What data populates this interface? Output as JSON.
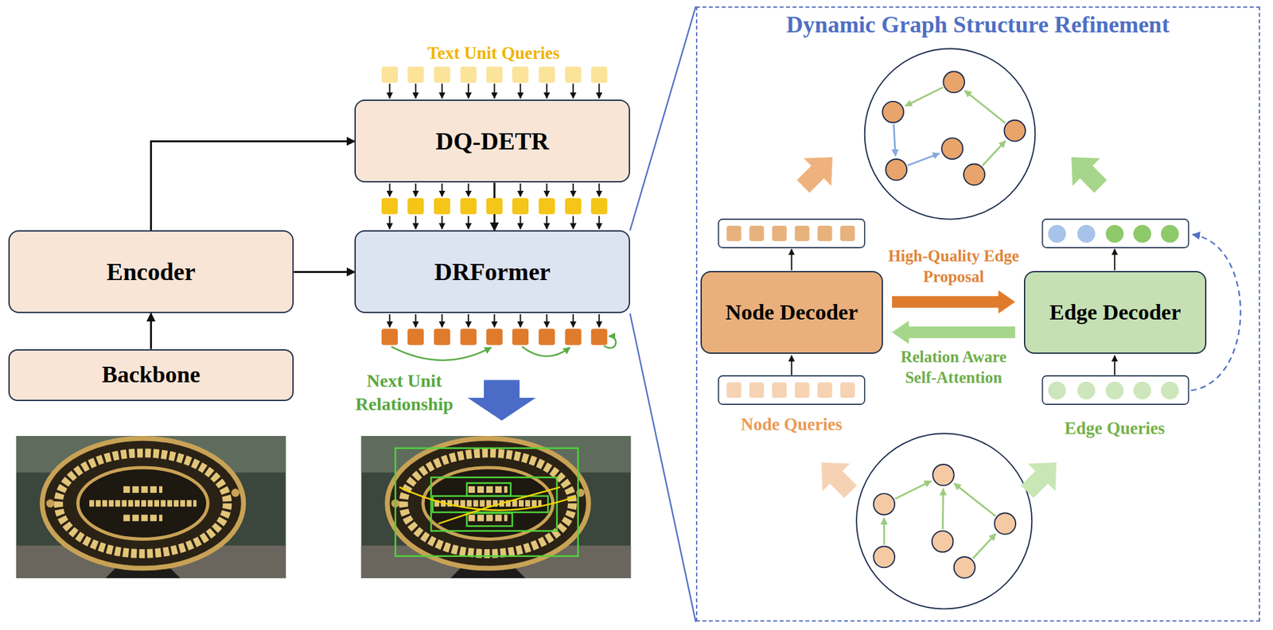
{
  "diagram": {
    "nodes": [
      {
        "text": [
          "Backbone"
        ]
      },
      {
        "text": [
          "Encoder"
        ]
      },
      {
        "text": [
          "DQ-DETR"
        ]
      },
      {
        "text": [
          "DRFormer"
        ]
      },
      {
        "text": [
          "Dynamic Graph Structure Refinement"
        ]
      },
      {
        "text": [
          "Node Decoder"
        ],
        "in": 4
      },
      {
        "text": [
          "Edge Decoder"
        ],
        "in": 4
      }
    ],
    "edges": [
      {
        "from": 0,
        "to": 1,
        "arrow": "to"
      },
      {
        "from": 1,
        "to": 2,
        "arrow": "to"
      },
      {
        "from": 1,
        "to": 3,
        "arrow": "to"
      },
      {
        "from": 2,
        "to": 3,
        "arrow": "to"
      },
      {
        "from": 5,
        "to": 6,
        "arrow": "to",
        "label": "High-Quality Edge Proposal"
      },
      {
        "from": 6,
        "to": 5,
        "arrow": "to",
        "label": "Relation Aware Self-Attention"
      }
    ],
    "labels": [
      "Text Unit Queries",
      "Next Unit Relationship",
      "Node Queries",
      "Edge Queries"
    ]
  }
}
